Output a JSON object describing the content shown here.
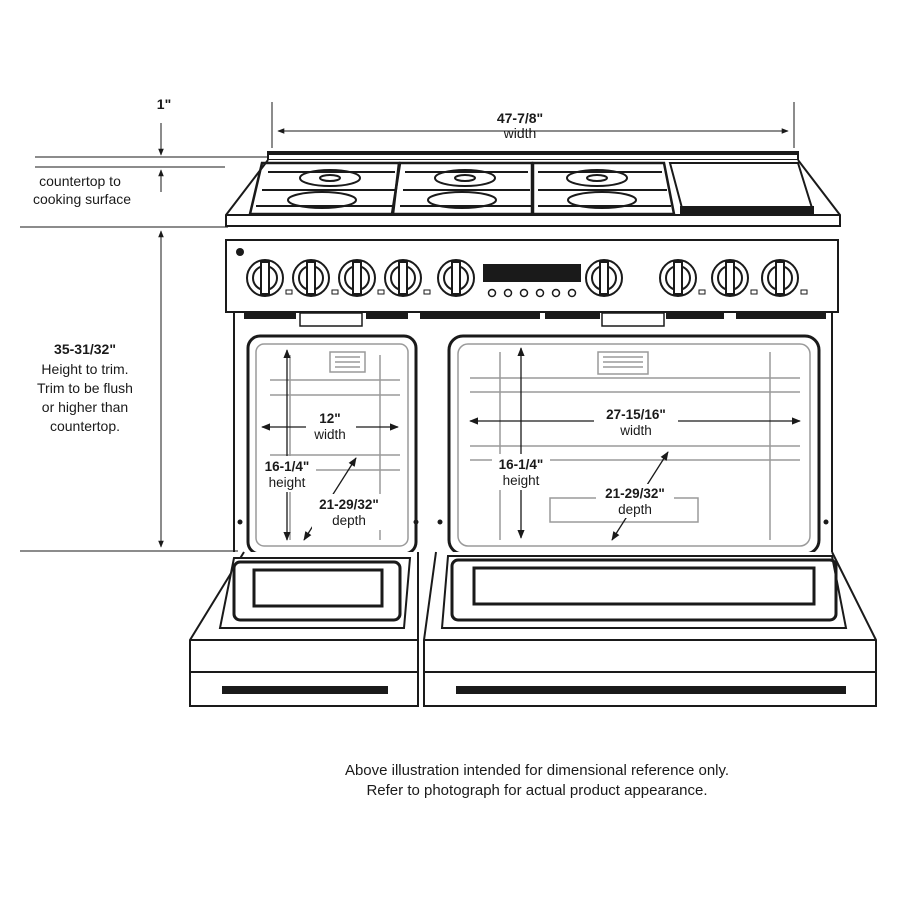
{
  "dimensions": {
    "top_gap": {
      "value": "1\""
    },
    "countertop_to_cooking": {
      "line1": "countertop to",
      "line2": "cooking surface"
    },
    "overall_width": {
      "value": "47-7/8\"",
      "label": "width"
    },
    "height_to_trim": {
      "value": "35-31/32\"",
      "line1": "Height to trim.",
      "line2": "Trim to be flush",
      "line3": "or higher than",
      "line4": "countertop."
    },
    "small_oven": {
      "width_value": "12\"",
      "width_label": "width",
      "height_value": "16-1/4\"",
      "height_label": "height",
      "depth_value": "21-29/32\"",
      "depth_label": "depth"
    },
    "large_oven": {
      "width_value": "27-15/16\"",
      "width_label": "width",
      "height_value": "16-1/4\"",
      "height_label": "height",
      "depth_value": "21-29/32\"",
      "depth_label": "depth"
    }
  },
  "footnote": {
    "line1": "Above illustration intended for dimensional reference only.",
    "line2": "Refer to photograph for actual product appearance."
  },
  "colors": {
    "line": "#1a1a1a",
    "faded": "#9a9a9a",
    "panel": "#2b2b2b"
  }
}
